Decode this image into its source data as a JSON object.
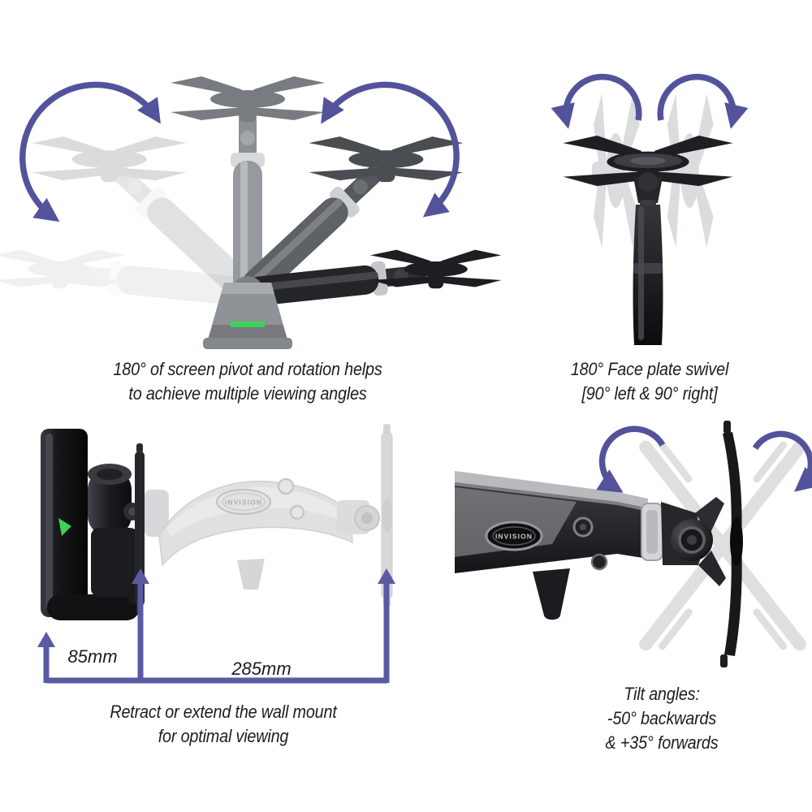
{
  "brand": "INVISION",
  "colors": {
    "arrow": "#53539c",
    "dimension": "#5a5aa3",
    "accent_green": "#3ed158",
    "text": "#1d1d1d"
  },
  "panels": {
    "pivot": {
      "caption_line1": "180° of screen pivot and rotation helps",
      "caption_line2": "to achieve multiple viewing angles"
    },
    "swivel": {
      "caption_line1": "180° Face plate swivel",
      "caption_line2": "[90° left & 90° right]"
    },
    "extend": {
      "caption_line1": "Retract or extend the wall mount",
      "caption_line2": "for optimal viewing",
      "measure_retracted": "85mm",
      "measure_extended": "285mm"
    },
    "tilt": {
      "caption_line1": "Tilt angles:",
      "caption_line2": "-50° backwards",
      "caption_line3": "& +35° forwards"
    }
  }
}
